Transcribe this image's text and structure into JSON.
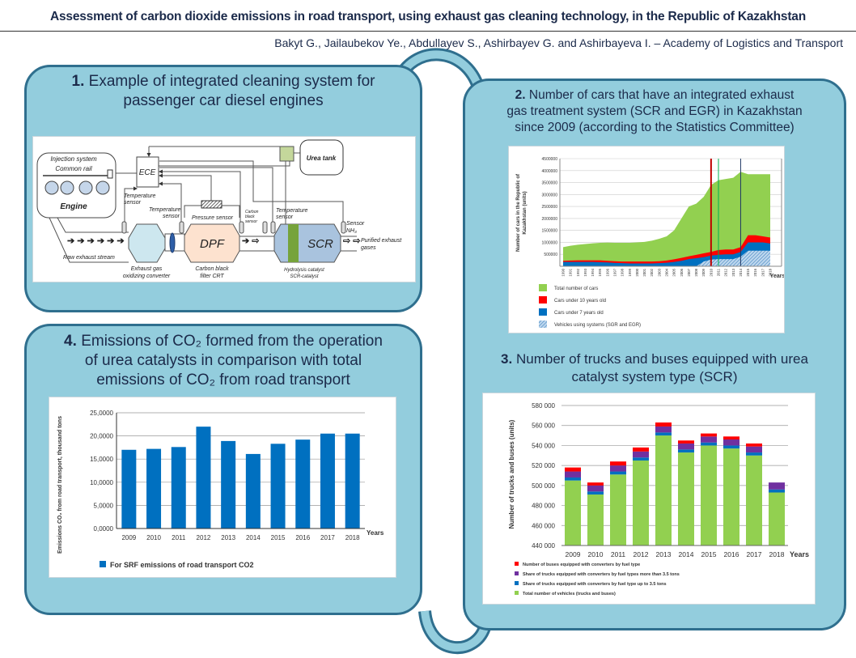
{
  "header": {
    "title": "Assessment of carbon dioxide emissions in road transport, using exhaust gas cleaning technology, in the Republic of Kazakhstan",
    "authors": "Bakyt G., Jailaubekov Ye., Abdullayev S., Ashirbayev G. and Ashirbayeva I. – Academy of Logistics and Transport"
  },
  "colors": {
    "panel_fill": "#93cddd",
    "panel_border": "#2f6f8e",
    "green": "#92d050",
    "red": "#ff0000",
    "blue": "#0070c0",
    "purple": "#7030a0",
    "bar_blue": "#0070c0"
  },
  "panel1": {
    "number": "1.",
    "title_line1": "Example of integrated cleaning system for",
    "title_line2": "passenger car diesel engines",
    "diagram": {
      "injection": "Injection system",
      "common_rail": "Common rail",
      "engine": "Engine",
      "ece": "ECE",
      "urea_tank": "Urea tank",
      "temp_sensor_1a": "Temperature",
      "temp_sensor_1b": "sensor",
      "temp_sensor_2a": "Temperature",
      "temp_sensor_2b": "sensor",
      "pressure_sensor": "Pressure sensor",
      "carbon_sensor_a": "Carbon",
      "carbon_sensor_b": "black",
      "carbon_sensor_c": "sensor",
      "temp_sensor_3a": "Temperature",
      "temp_sensor_3b": "sensor",
      "nh3_a": "Sensor",
      "nh3_b": "NH₃",
      "dpf": "DPF",
      "scr": "SCR",
      "raw_stream": "Raw exhaust stream",
      "purified_a": "Purified exhaust",
      "purified_b": "gases",
      "oxid_a": "Exhaust gas",
      "oxid_b": "oxidizing converter",
      "filter_a": "Carbon black",
      "filter_b": "filter CRT",
      "hydro_a": "Hydrolysis catalyst",
      "hydro_b": "SCR-catalyst"
    }
  },
  "panel2": {
    "number": "2.",
    "title_line1": "Number of cars that have an integrated exhaust",
    "title_line2": "gas treatment system (SCR and EGR) in Kazakhstan",
    "title_line3": "since 2009 (according to the Statistics Committee)"
  },
  "panel3": {
    "number": "3.",
    "title_line1": "Number of trucks and buses equipped with urea",
    "title_line2": "catalyst system type (SCR)"
  },
  "panel4": {
    "number": "4.",
    "title_line1": "Emissions of CO₂ formed from the operation",
    "title_line2": "of urea catalysts in comparison with total",
    "title_line3": "emissions of CO₂ from road transport"
  },
  "chart_data": [
    {
      "id": "cars",
      "type": "area",
      "ylabel": "Number of cars in the Republic of Kazakhstan (units)",
      "xlabel": "Years",
      "ylim": [
        0,
        4500000
      ],
      "yticks": [
        500000,
        1000000,
        1500000,
        2000000,
        2500000,
        3000000,
        3500000,
        4000000,
        4500000
      ],
      "grid": true,
      "legend": "bottom",
      "x": [
        "1990",
        "1991",
        "1992",
        "1993",
        "1994",
        "1995",
        "1996",
        "1997",
        "1998",
        "1999",
        "2000",
        "2001",
        "2002",
        "2003",
        "2004",
        "2005",
        "2006",
        "2007",
        "2008",
        "2009",
        "2010",
        "2011",
        "2012",
        "2013",
        "2014",
        "2015",
        "2016",
        "2017",
        "2018"
      ],
      "series": [
        {
          "name": "Total number of cars",
          "color": "#92d050",
          "values": [
            800000,
            860000,
            900000,
            930000,
            960000,
            980000,
            990000,
            980000,
            980000,
            980000,
            1000000,
            1020000,
            1070000,
            1150000,
            1250000,
            1500000,
            2000000,
            2500000,
            2620000,
            2900000,
            3400000,
            3600000,
            3650000,
            3700000,
            3950000,
            3850000,
            3850000,
            3850000,
            3850000
          ]
        },
        {
          "name": "Cars under 10 years old",
          "color": "#ff0000",
          "values": [
            230000,
            240000,
            250000,
            250000,
            250000,
            250000,
            230000,
            210000,
            200000,
            200000,
            200000,
            200000,
            200000,
            210000,
            240000,
            290000,
            350000,
            420000,
            480000,
            540000,
            600000,
            680000,
            700000,
            700000,
            800000,
            1300000,
            1300000,
            1250000,
            1200000
          ]
        },
        {
          "name": "Cars under 7 years old",
          "color": "#0070c0",
          "values": [
            180000,
            180000,
            180000,
            180000,
            180000,
            170000,
            160000,
            140000,
            130000,
            120000,
            120000,
            120000,
            120000,
            130000,
            150000,
            180000,
            230000,
            300000,
            340000,
            380000,
            450000,
            480000,
            500000,
            500000,
            600000,
            1000000,
            1000000,
            1000000,
            950000
          ]
        },
        {
          "name": "Vehicles using systems (SGR and EGR)",
          "color": "#5b9bd5",
          "pattern": "hatch",
          "values": [
            0,
            0,
            0,
            0,
            0,
            0,
            0,
            0,
            0,
            0,
            0,
            0,
            0,
            0,
            0,
            0,
            0,
            0,
            0,
            200000,
            280000,
            300000,
            300000,
            300000,
            400000,
            650000,
            650000,
            650000,
            650000
          ]
        }
      ],
      "markers": [
        {
          "x": "2010",
          "color": "#c00000"
        },
        {
          "x": "2011",
          "color": "#00b050"
        },
        {
          "x": "2014",
          "color": "#1f3864"
        }
      ]
    },
    {
      "id": "trucks",
      "type": "bar",
      "stacked": true,
      "ylabel": "Number of trucks and buses (units)",
      "xlabel": "Years",
      "ylim": [
        440000,
        580000
      ],
      "yticks": [
        "440 000",
        "460 000",
        "480 000",
        "500 000",
        "520 000",
        "540 000",
        "560 000",
        "580 000"
      ],
      "grid": true,
      "legend": "bottom",
      "categories": [
        "2009",
        "2010",
        "2011",
        "2012",
        "2013",
        "2014",
        "2015",
        "2016",
        "2017",
        "2018"
      ],
      "series": [
        {
          "name": "Total number of vehicles (trucks and buses)",
          "color": "#92d050",
          "values": [
            505000,
            491000,
            511000,
            525000,
            550000,
            533000,
            540000,
            537000,
            530000,
            493000
          ]
        },
        {
          "name": "Share of trucks equipped with converters by fuel type up to 3.5 tons",
          "color": "#0070c0",
          "values": [
            3000,
            3000,
            3000,
            3000,
            3000,
            3000,
            3000,
            3000,
            3000,
            3000
          ]
        },
        {
          "name": "Share of trucks equipped with converters by fuel types more than 3.5 tons",
          "color": "#7030a0",
          "values": [
            6000,
            6000,
            6000,
            6000,
            6000,
            6000,
            6000,
            6000,
            6000,
            7000
          ]
        },
        {
          "name": "Number of buses equipped with converters by fuel type",
          "color": "#ff0000",
          "values": [
            4000,
            3000,
            4000,
            4000,
            4000,
            3000,
            3000,
            3000,
            3000,
            0
          ]
        }
      ]
    },
    {
      "id": "emissions",
      "type": "bar",
      "ylabel": "Emissions CO₂ from road transport, thousand tons",
      "xlabel": "Years",
      "ylim": [
        0,
        25
      ],
      "yticks": [
        "0,0000",
        "5,0000",
        "10,0000",
        "15,0000",
        "20,0000",
        "25,0000"
      ],
      "grid": true,
      "legend": "bottom",
      "categories": [
        "2009",
        "2010",
        "2011",
        "2012",
        "2013",
        "2014",
        "2015",
        "2016",
        "2017",
        "2018"
      ],
      "series": [
        {
          "name": "For SRF emissions of road transport CO2",
          "color": "#0070c0",
          "values": [
            17.0,
            17.2,
            17.6,
            22.0,
            18.9,
            16.1,
            18.3,
            19.2,
            20.5,
            20.5
          ]
        }
      ]
    }
  ]
}
